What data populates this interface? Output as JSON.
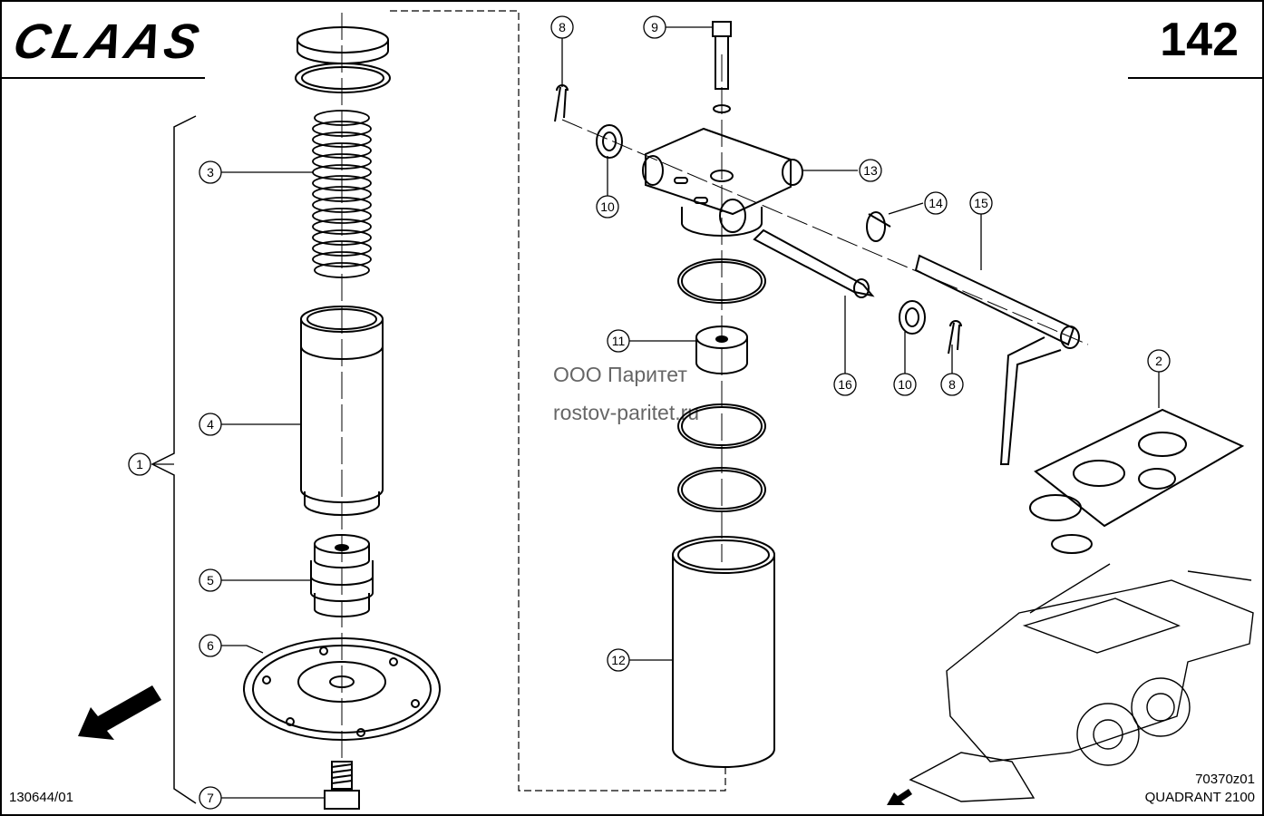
{
  "header": {
    "brand": "CLAAS",
    "page_number": "142"
  },
  "footer": {
    "reference": "130644/01",
    "drawing_id": "70370z01",
    "model": "QUADRANT 2100"
  },
  "watermark": {
    "line1": "ООО Паритет",
    "line2": "rostov-paritet.ru"
  },
  "callouts": [
    "1",
    "2",
    "3",
    "4",
    "5",
    "6",
    "7",
    "8",
    "8",
    "9",
    "10",
    "10",
    "11",
    "12",
    "13",
    "14",
    "15",
    "16"
  ]
}
